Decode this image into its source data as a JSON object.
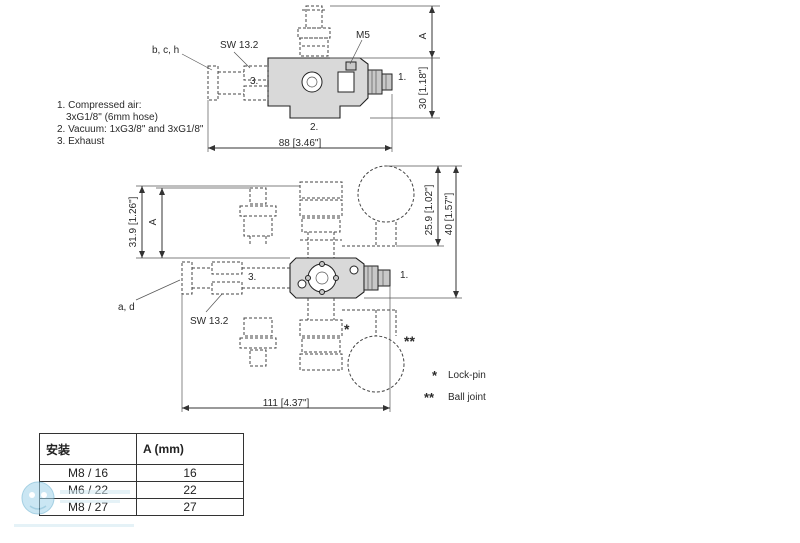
{
  "top_view": {
    "label_bch": "b, c, h",
    "label_sw": "SW 13.2",
    "label_m5": "M5",
    "port_3": "3.",
    "port_1": "1.",
    "port_2": "2.",
    "dim_a": "A",
    "dim_30": "30 [1.18\"]",
    "dim_88": "88 [3.46\"]"
  },
  "legend_notes": [
    "1. Compressed air:",
    "3xG1/8\" (6mm hose)",
    "2. Vacuum: 1xG3/8\" and 3xG1/8\"",
    "3. Exhaust"
  ],
  "front_view": {
    "dim_319": "31.9 [1.26\"]",
    "dim_a": "A",
    "dim_259": "25.9 [1.02\"]",
    "dim_40": "40 [1.57\"]",
    "port_3": "3.",
    "port_1": "1.",
    "label_ad": "a, d",
    "label_sw": "SW 13.2",
    "dim_111": "111 [4.37\"]",
    "star_single": "*",
    "star_double": "**"
  },
  "symbol_legend": [
    {
      "symbol": "*",
      "text": "Lock-pin"
    },
    {
      "symbol": "**",
      "text": "Ball joint"
    }
  ],
  "mount_table": {
    "headers": [
      "安装",
      "A (mm)"
    ],
    "rows": [
      [
        "M8 / 16",
        "16"
      ],
      [
        "M6 / 22",
        "22"
      ],
      [
        "M8 / 27",
        "27"
      ]
    ]
  }
}
